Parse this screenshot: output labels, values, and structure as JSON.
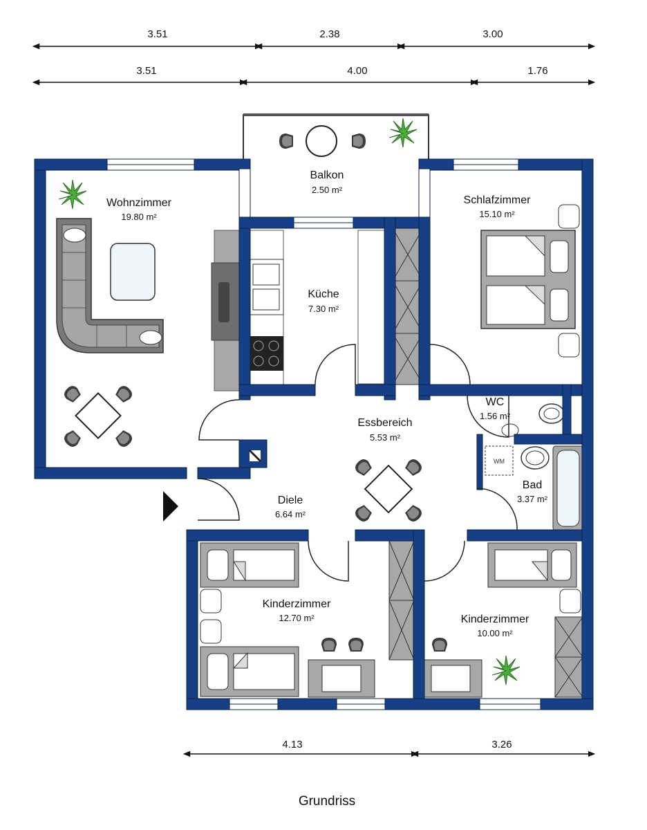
{
  "dimensions": {
    "top_row_1": [
      "3.51",
      "2.38",
      "3.00"
    ],
    "top_row_2": [
      "3.51",
      "4.00",
      "1.76"
    ],
    "bottom_row": [
      "4.13",
      "3.26"
    ]
  },
  "rooms": {
    "balkon": {
      "name": "Balkon",
      "area": "2.50 m²"
    },
    "wohnzimmer": {
      "name": "Wohnzimmer",
      "area": "19.80 m²"
    },
    "schlafzimmer": {
      "name": "Schlafzimmer",
      "area": "15.10 m²"
    },
    "kueche": {
      "name": "Küche",
      "area": "7.30 m²"
    },
    "essbereich": {
      "name": "Essbereich",
      "area": "5.53 m²"
    },
    "wc": {
      "name": "WC",
      "area": "1.56 m²"
    },
    "bad": {
      "name": "Bad",
      "area": "3.37 m²"
    },
    "diele": {
      "name": "Diele",
      "area": "6.64 m²"
    },
    "kinderzimmer_1": {
      "name": "Kinderzimmer",
      "area": "12.70 m²"
    },
    "kinderzimmer_2": {
      "name": "Kinderzimmer",
      "area": "10.00 m²"
    }
  },
  "fixtures": {
    "washing_machine": "WM"
  },
  "caption": "Grundriss",
  "colors": {
    "wall": "#173f86",
    "furniture": "#a8a8a8",
    "furniture_dark": "#6e6e6e",
    "plant": "#4caf3c",
    "glass": "#eef6fb"
  }
}
